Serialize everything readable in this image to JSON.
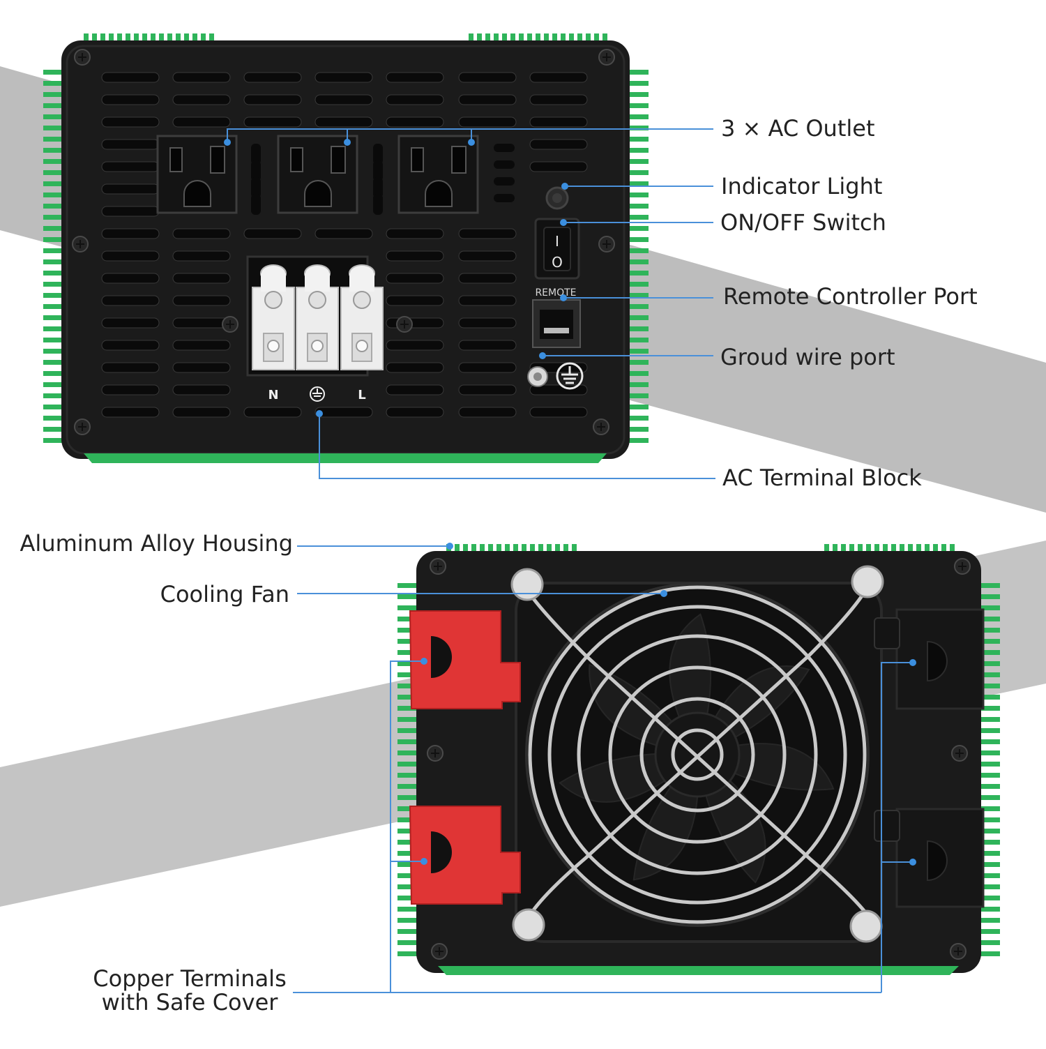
{
  "callouts": {
    "ac_outlet": "3 × AC Outlet",
    "indicator_light": "Indicator Light",
    "on_off_switch": "ON/OFF Switch",
    "remote_port": "Remote Controller Port",
    "ground_port": "Groud wire port",
    "ac_terminal_block": "AC Terminal Block",
    "aluminum_housing": "Aluminum Alloy Housing",
    "cooling_fan": "Cooling Fan",
    "copper_terminals_line1": "Copper Terminals",
    "copper_terminals_line2": "with Safe Cover"
  },
  "panel_marks": {
    "remote": "REMOTE",
    "terminal_n": "N",
    "terminal_l": "L",
    "switch_on": "I",
    "switch_off": "O"
  },
  "colors": {
    "housing_body": "#1b1b1b",
    "heatsink_fin": "#2fb45a",
    "leader_line": "#4a90d9",
    "leader_dot": "#3b8fe0",
    "terminal_red": "#e03535",
    "terminal_black": "#1a1a1a",
    "grey_band": "#bdbdbd"
  }
}
